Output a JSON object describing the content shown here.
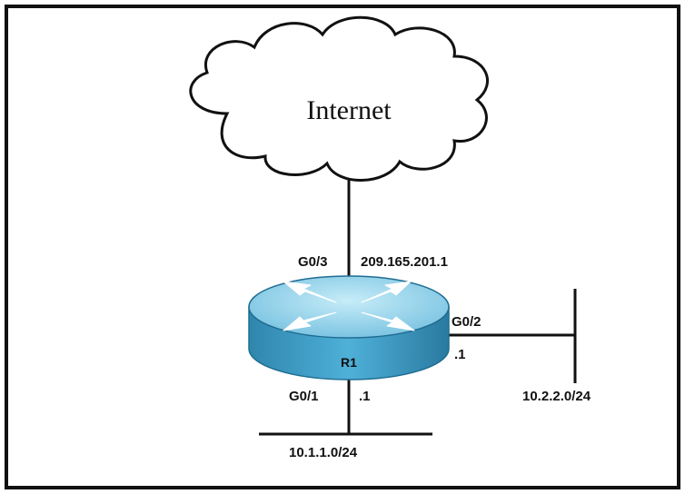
{
  "cloud": {
    "label": "Internet"
  },
  "router": {
    "name": "R1"
  },
  "interfaces": {
    "g03": {
      "name": "G0/3",
      "address": "209.165.201.1"
    },
    "g02": {
      "name": "G0/2",
      "address": ".1"
    },
    "g01": {
      "name": "G0/1",
      "address": ".1"
    }
  },
  "networks": {
    "lan2": "10.2.2.0/24",
    "lan1": "10.1.1.0/24"
  },
  "colors": {
    "router_top": "#8fd0ea",
    "router_side": "#3f9dc6",
    "line": "#111111",
    "frame": "#111111"
  }
}
